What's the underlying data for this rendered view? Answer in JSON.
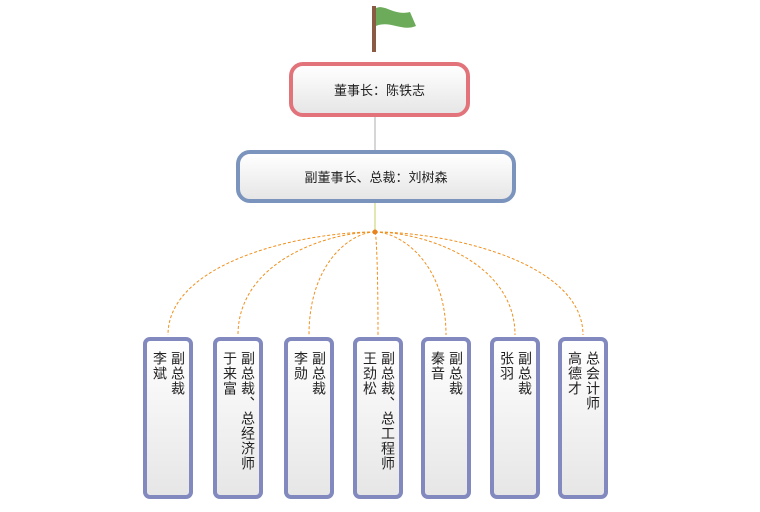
{
  "chairman": {
    "text": "董事长：陈铁志"
  },
  "president": {
    "text": "副董事长、总裁：刘树森"
  },
  "vps": [
    {
      "text": "副总裁\n李斌"
    },
    {
      "text": "副总裁、总经济师\n于来富"
    },
    {
      "text": "副总裁\n李勋"
    },
    {
      "text": "副总裁、总工程师\n王劲松"
    },
    {
      "text": "副总裁\n秦音"
    },
    {
      "text": "副总裁\n张羽"
    },
    {
      "text": "总会计师\n高德才"
    }
  ],
  "colors": {
    "chairman_border": "#e2737a",
    "president_border": "#7b94bd",
    "vp_border": "#8189bf",
    "connector": "#f0901e",
    "flag": "#6cab5a",
    "flag_pole": "#8a5a44"
  },
  "icons": {
    "top": "flag-icon"
  }
}
